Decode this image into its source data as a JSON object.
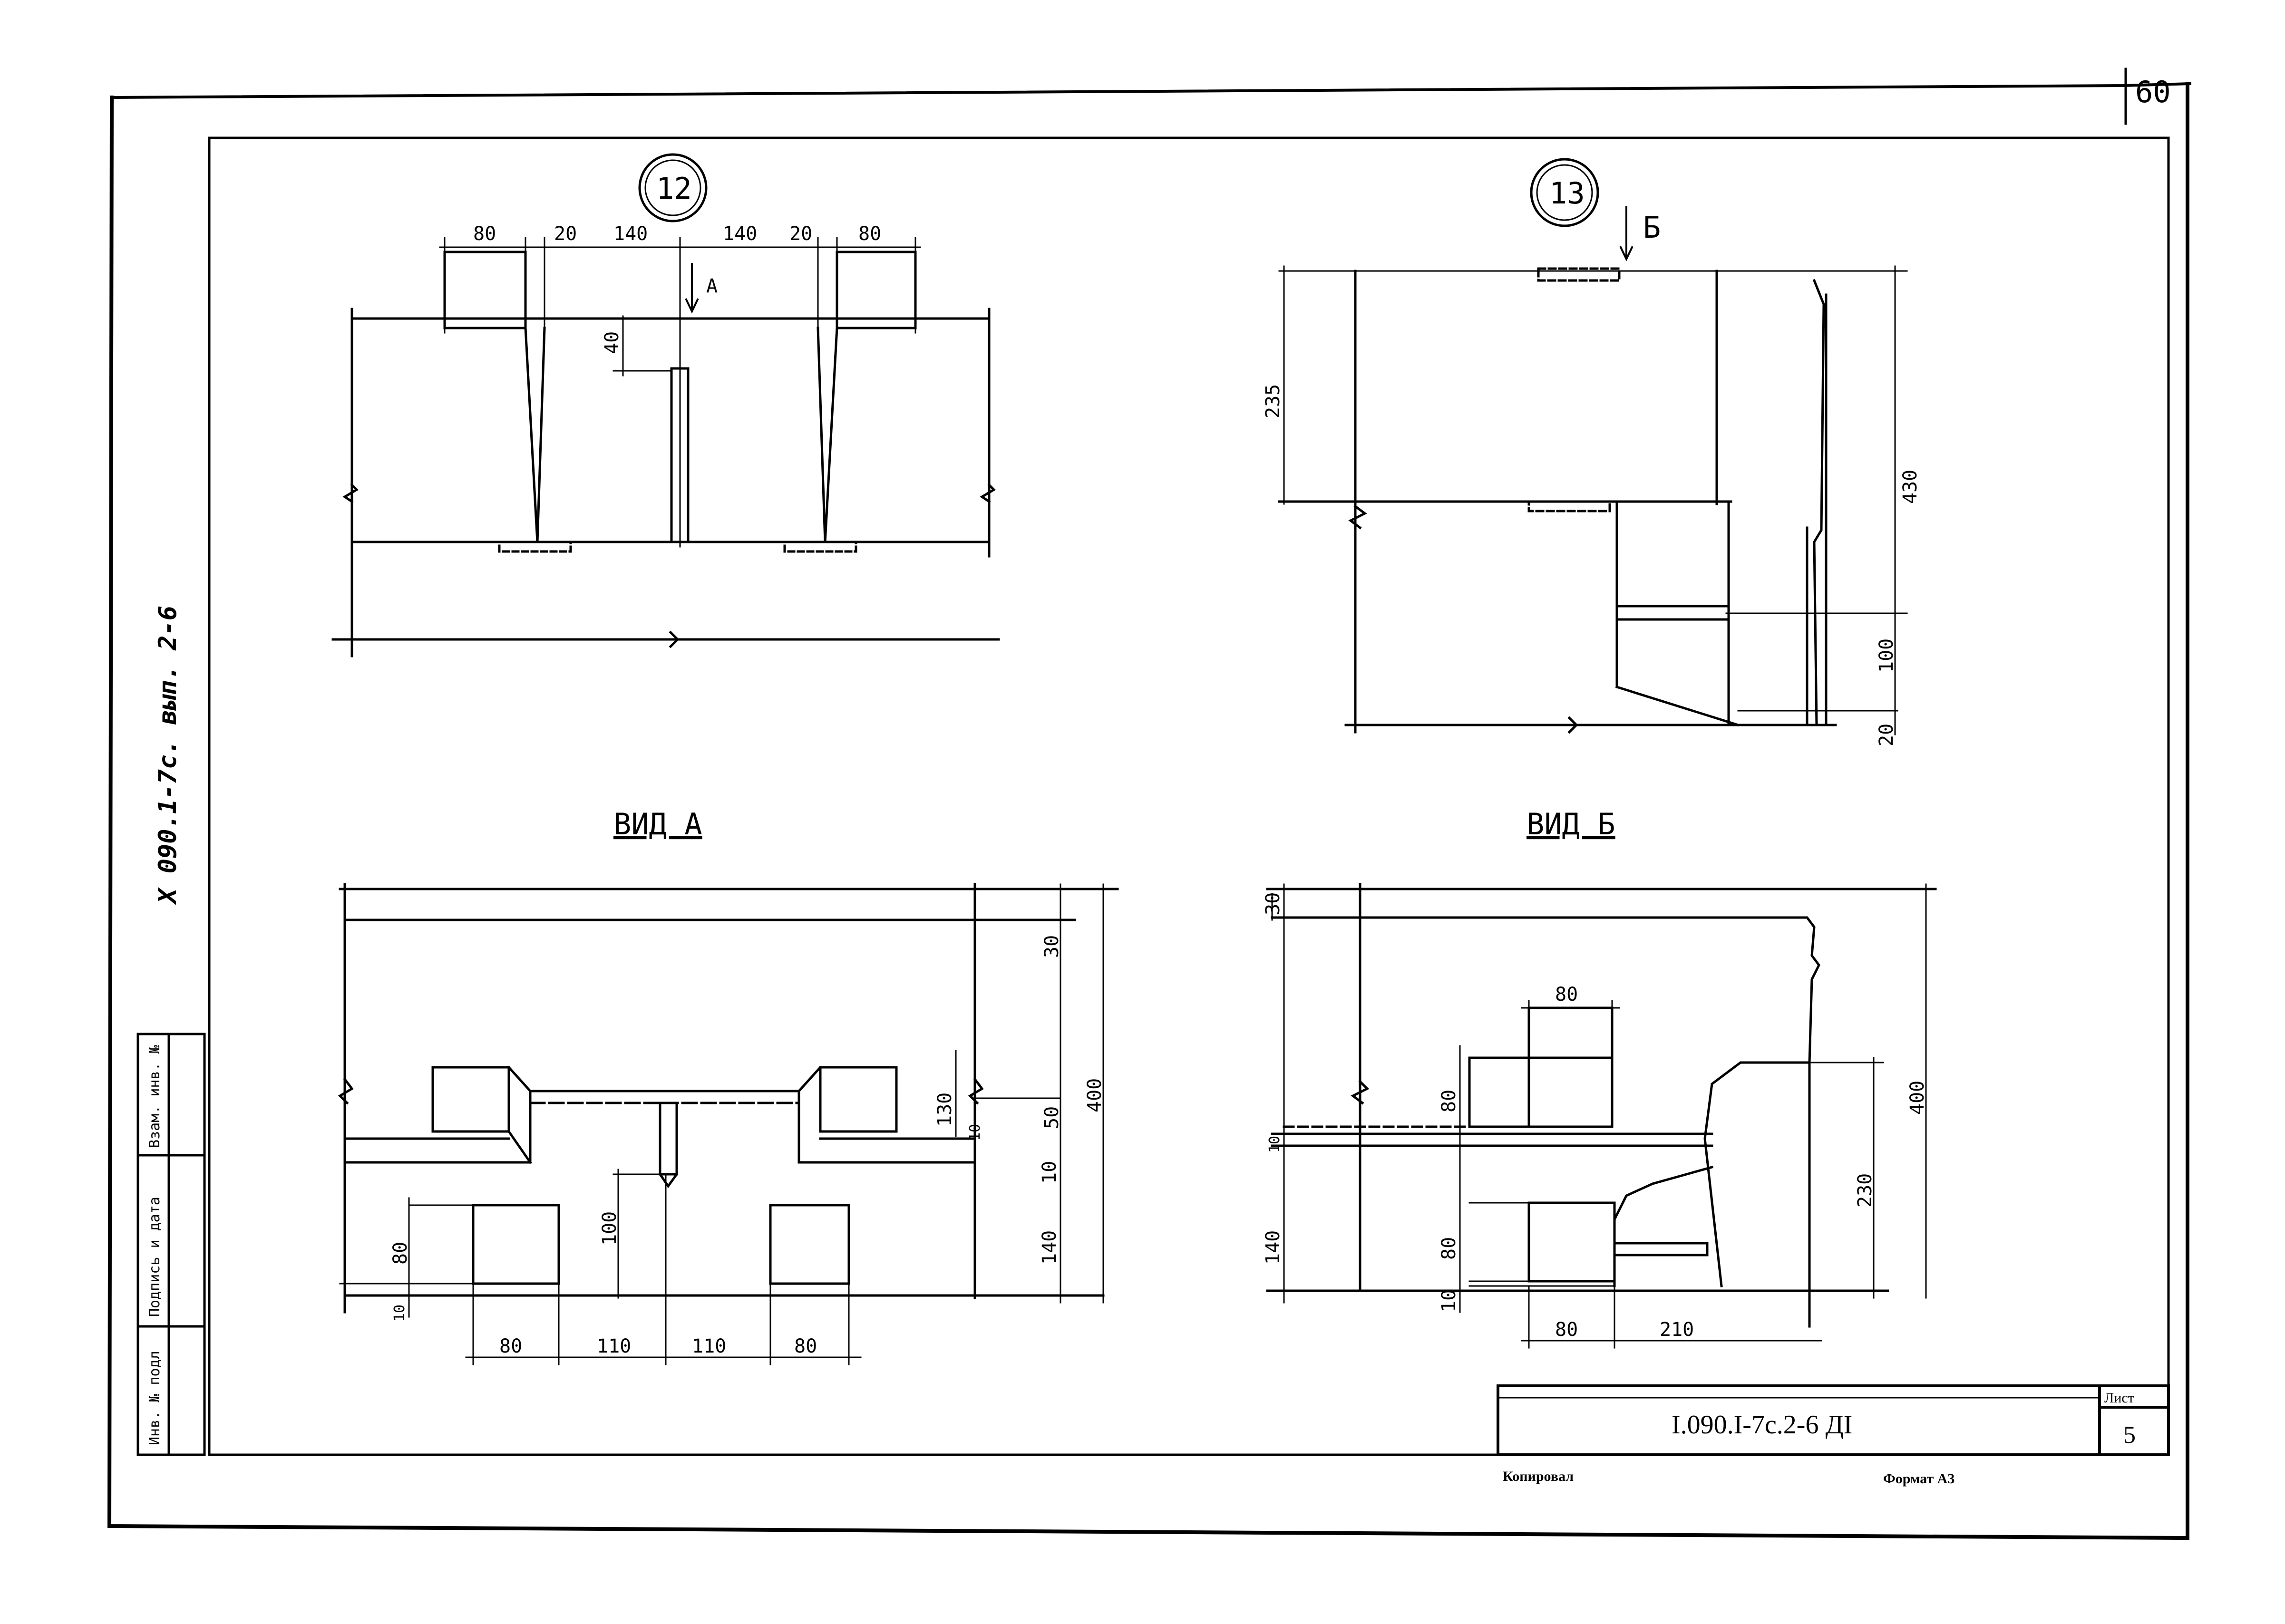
{
  "sheet_number": "60",
  "binder_label": "Х 090.1-7с. вып. 2-6",
  "side_stamp": {
    "inv_no_orig": "Инв. № подл",
    "signature_date": "Подпись и дата",
    "replaces_inv": "Взам. инв. №"
  },
  "details": {
    "d12": {
      "marker": "12",
      "section_arrow": "А",
      "top_dims": [
        "80",
        "20",
        "140",
        "140",
        "20",
        "80"
      ],
      "side_dim": "40"
    },
    "d13": {
      "marker": "13",
      "section_arrow": "Б",
      "left_dim": "235",
      "right_dims": [
        "430",
        "100",
        "20"
      ]
    }
  },
  "views": {
    "vid_a": {
      "title": "ВИД А",
      "right_dims": [
        "30",
        "130",
        "10",
        "50",
        "400",
        "10",
        "140"
      ],
      "left_dims": [
        "80",
        "10",
        "100"
      ],
      "bottom_dims": [
        "80",
        "110",
        "110",
        "80"
      ]
    },
    "vid_b": {
      "title": "ВИД Б",
      "left_dims": [
        "30",
        "80",
        "10",
        "140",
        "80",
        "10"
      ],
      "top_dim": "80",
      "right_dims": [
        "400",
        "230"
      ],
      "bottom_dims": [
        "80",
        "210"
      ]
    }
  },
  "title_block": {
    "code": "I.090.I-7с.2-6 ДI",
    "sheet_label": "Лист",
    "sheet_value": "5"
  },
  "footer": {
    "copied": "Копировал",
    "format": "Формат А3"
  }
}
